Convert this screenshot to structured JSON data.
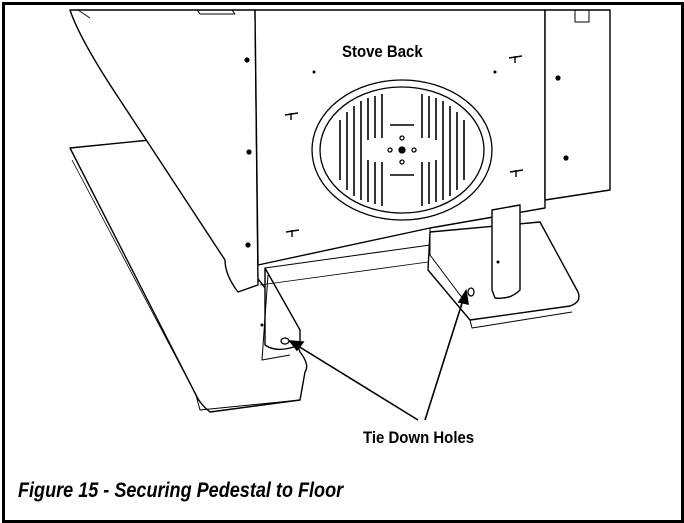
{
  "figure": {
    "stove_label": "Stove Back",
    "holes_label": "Tie Down Holes",
    "caption": "Figure 15 - Securing Pedestal to Floor"
  },
  "colors": {
    "line": "#000000",
    "background": "#ffffff",
    "shade": "#d9d9d9"
  },
  "icons": [
    "stove-drawing",
    "pedestal-drawing",
    "arrow-icon",
    "vent-grille-icon"
  ]
}
